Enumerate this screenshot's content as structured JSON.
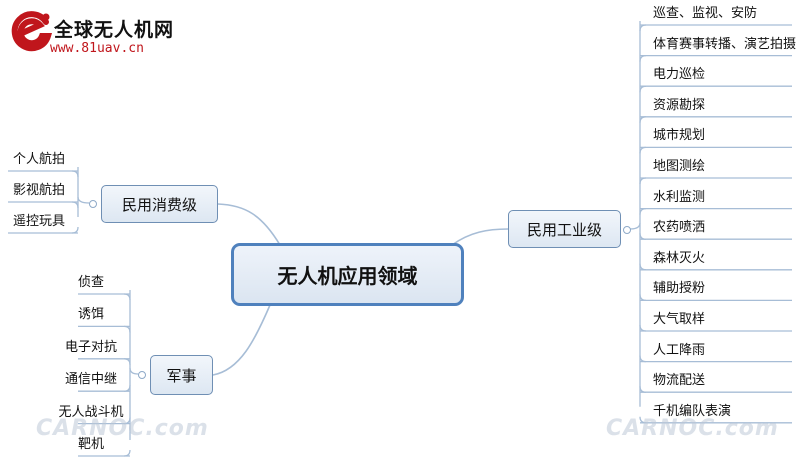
{
  "logo": {
    "title": "全球无人机网",
    "url": "www.81uav.cn"
  },
  "center": "无人机应用领域",
  "branches": {
    "consumer": {
      "label": "民用消费级",
      "items": [
        "个人航拍",
        "影视航拍",
        "遥控玩具"
      ]
    },
    "military": {
      "label": "军事",
      "items": [
        "侦查",
        "诱饵",
        "电子对抗",
        "通信中继",
        "无人战斗机",
        "靶机"
      ]
    },
    "industrial": {
      "label": "民用工业级",
      "items": [
        "巡查、监视、安防",
        "体育赛事转播、演艺拍摄",
        "电力巡检",
        "资源勘探",
        "城市规划",
        "地图测绘",
        "水利监测",
        "农药喷洒",
        "森林灭火",
        "辅助授粉",
        "大气取样",
        "人工降雨",
        "物流配送",
        "千机编队表演"
      ]
    }
  },
  "watermark": "CARNOC.com",
  "colors": {
    "node_border": "#4f81bd",
    "link": "#a7bdd6",
    "logo_red": "#c0161c"
  }
}
